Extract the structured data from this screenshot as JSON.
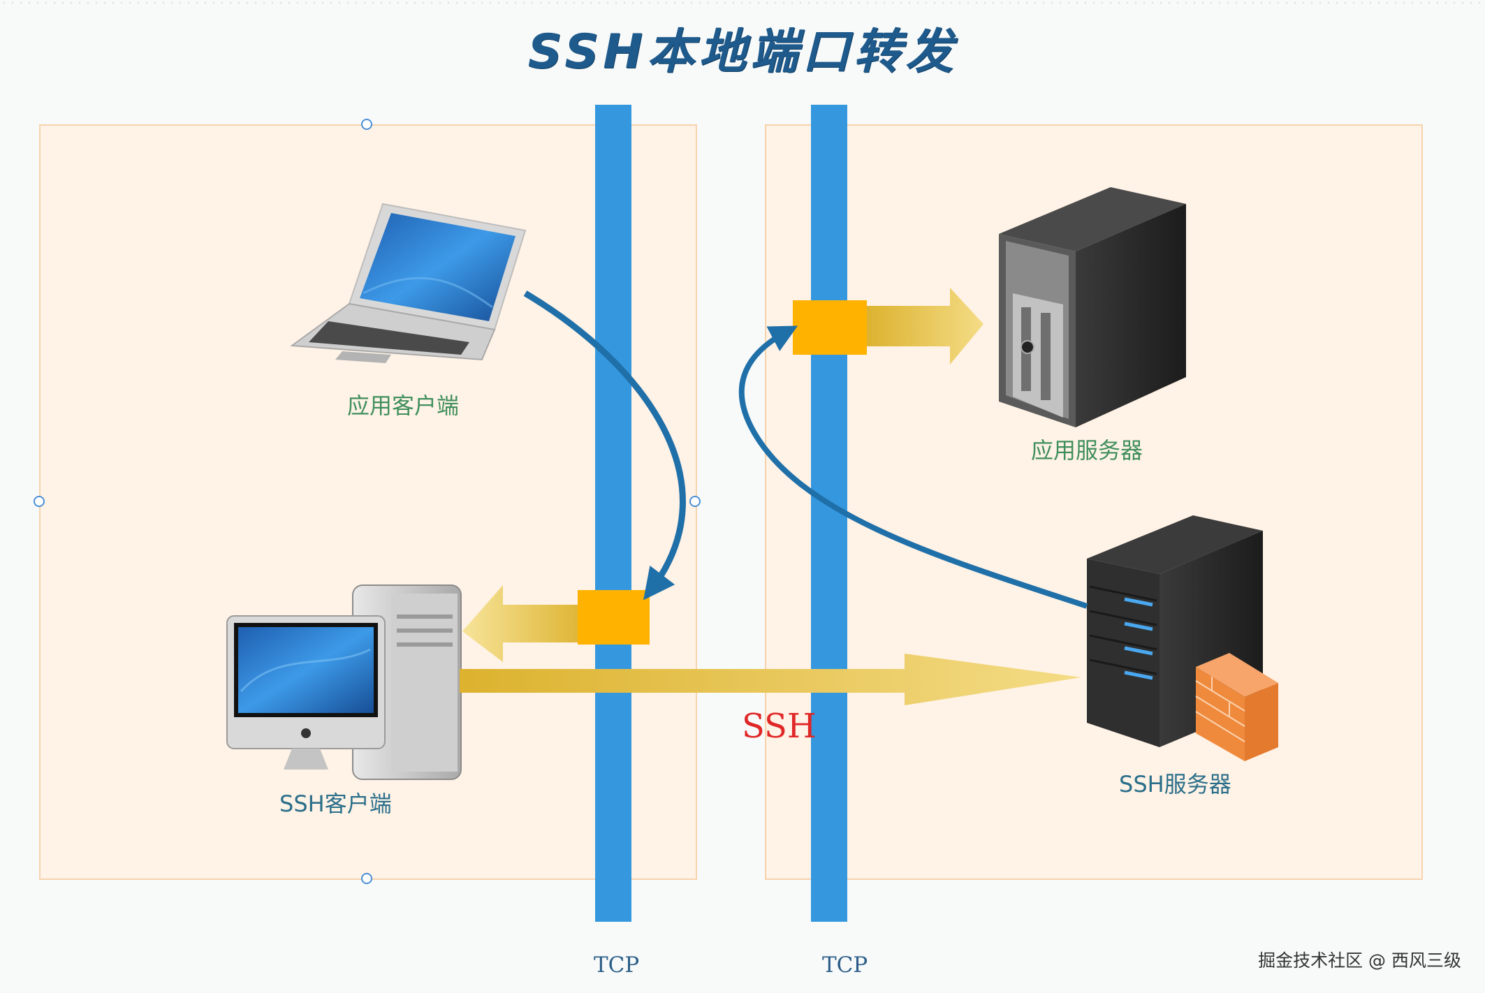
{
  "title": "SSH本地端口转发",
  "tcp_label": "TCP",
  "tunnel_label": "SSH",
  "nodes": {
    "app_client": "应用客户端",
    "ssh_client": "SSH客户端",
    "app_server": "应用服务器",
    "ssh_server": "SSH服务器"
  },
  "watermark": "掘金技术社区 @ 西风三级",
  "colors": {
    "title": "#1e5a8c",
    "tcp_bar": "#3597de",
    "zone_fill": "#fff2e6",
    "port_block": "#ffb200",
    "arrow_gold": "#e8c54a",
    "flow_line": "#1f6fa8",
    "ssh_text": "#e02727"
  },
  "icons": [
    "laptop-icon",
    "desktop-computer-icon",
    "tower-server-icon",
    "rack-server-icon",
    "firewall-icon"
  ]
}
